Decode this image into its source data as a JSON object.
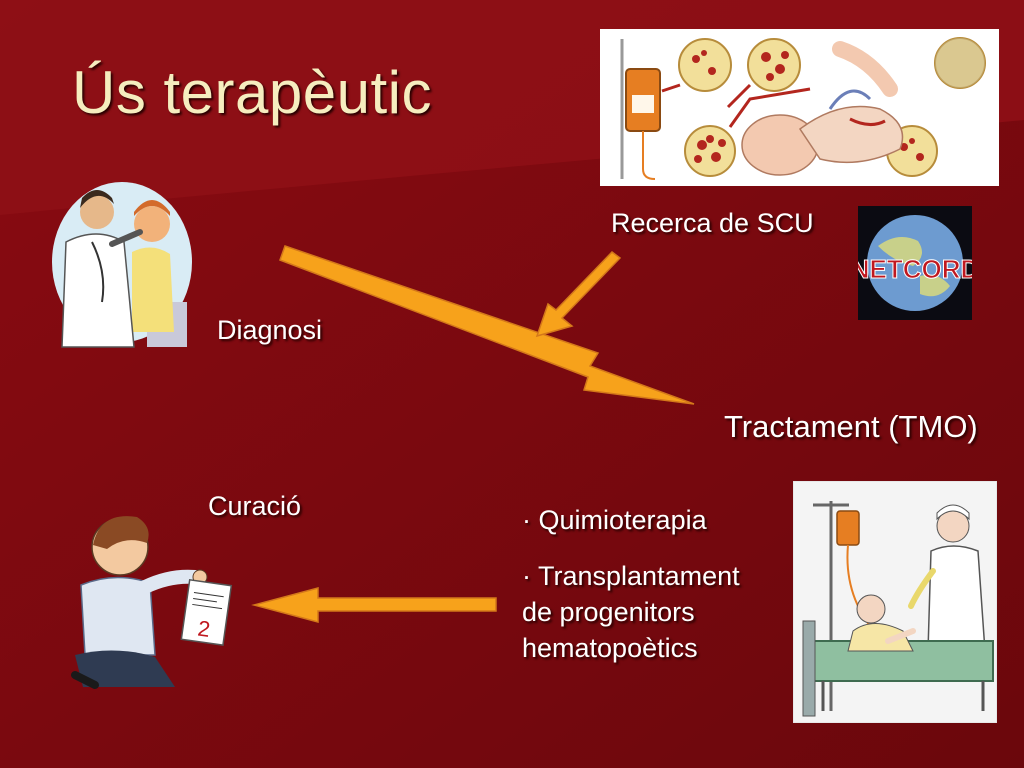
{
  "slide": {
    "title": "Ús terapèutic",
    "labels": {
      "diagnosis": "Diagnosi",
      "research": "Recerca de SCU",
      "treatment": "Tractament (TMO)",
      "cure": "Curació"
    },
    "bullets": [
      {
        "prefix": "·",
        "lines": [
          "Quimioterapia"
        ]
      },
      {
        "prefix": "·",
        "lines": [
          "Transplantament",
          "de progenitors",
          "hematopoètics"
        ]
      }
    ],
    "logo_text": "NETCORD",
    "calendar_number": "2"
  },
  "colors": {
    "background": "#7a0a0f",
    "title": "#f6edbf",
    "arrow": "#f7a21b",
    "text": "#ffffff"
  }
}
